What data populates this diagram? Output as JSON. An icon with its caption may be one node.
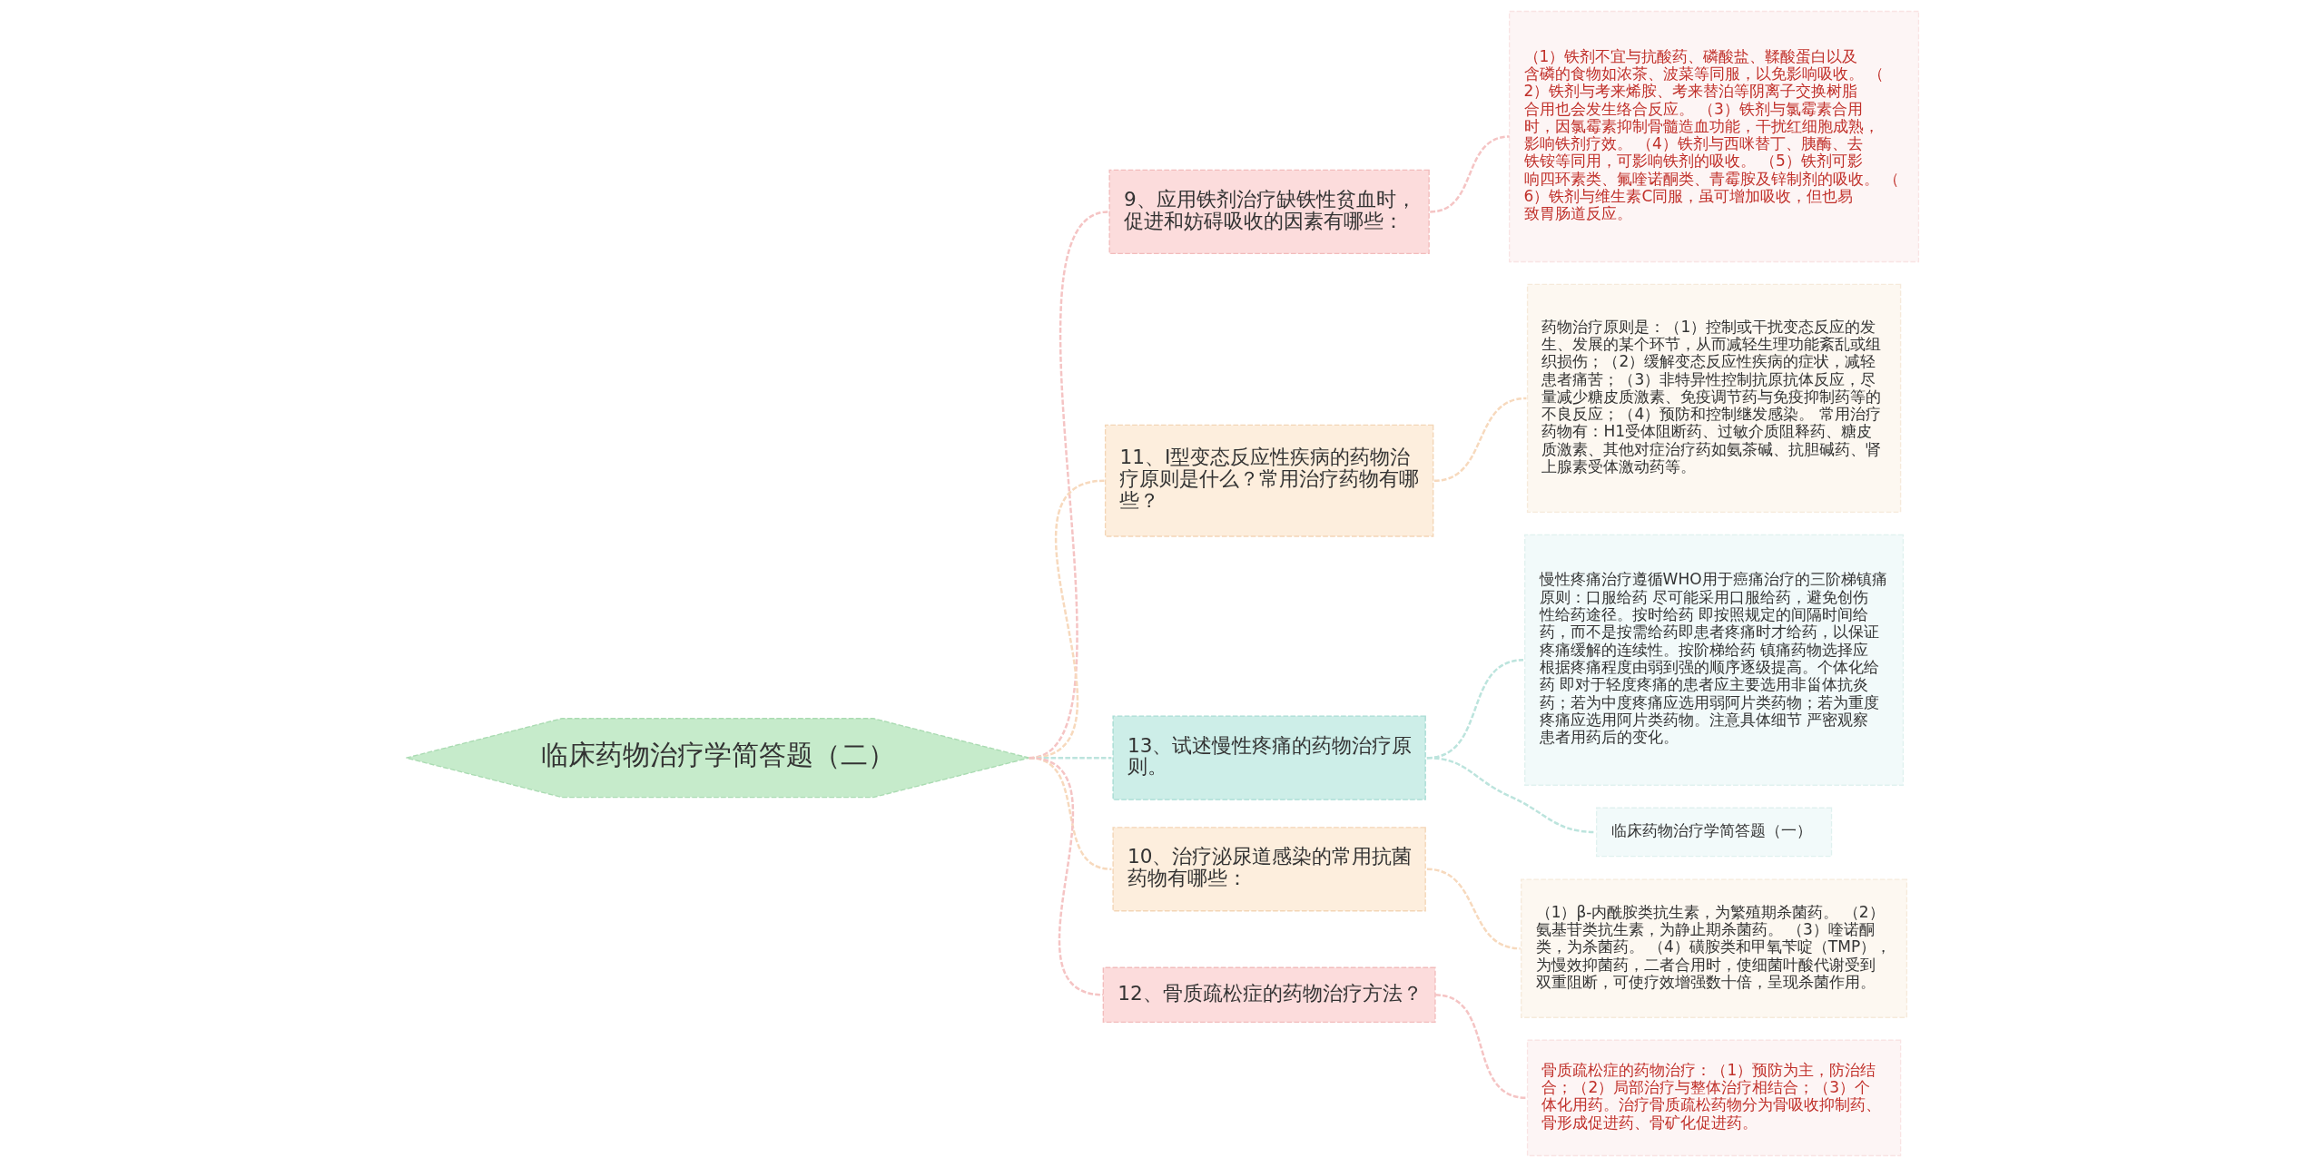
{
  "diagram": {
    "nodes": [
      {
        "text": [
          "临床药物治疗学简答题（二）"
        ]
      },
      {
        "text": [
          "9、应用铁剂治疗缺铁性贫血时，促进和妨碍吸收的因素有哪些："
        ]
      },
      {
        "text": [
          "（1）铁剂不宜与抗酸药、磷酸盐、鞣酸蛋白以及含磷的食物如浓茶、波菜等同服，以免影响吸收。 （2）铁剂与考来烯胺、考来替泊等阴离子交换树脂合用也会发生络合反应。 （3）铁剂与氯霉素合用时，因氯霉素抑制骨髓造血功能，干扰红细胞成熟，影响铁剂疗效。 （4）铁剂与西咪替丁、胰酶、去铁铵等同用，可影响铁剂的吸收。 （5）铁剂可影响四环素类、氟喹诺酮类、青霉胺及锌制剂的吸收。 （6）铁剂与维生素C同服，虽可增加吸收，但也易致胃肠道反应。"
        ]
      },
      {
        "text": [
          "11、I型变态反应性疾病的药物治疗原则是什么？常用治疗药物有哪些？"
        ]
      },
      {
        "text": [
          "药物治疗原则是：（1）控制或干扰变态反应的发生、发展的某个环节，从而减轻生理功能紊乱或组织损伤；（2）缓解变态反应性疾病的症状，减轻患者痛苦；（3）非特异性控制抗原抗体反应，尽量减少糖皮质激素、免疫调节药与免疫抑制药等的不良反应；（4）预防和控制继发感染。 常用治疗药物有：H1受体阻断药、过敏介质阻释药、糖皮质激素、其他对症治疗药如氨茶碱、抗胆碱药、肾上腺素受体激动药等。"
        ]
      },
      {
        "text": [
          "13、试述慢性疼痛的药物治疗原则。"
        ]
      },
      {
        "text": [
          "慢性疼痛治疗遵循WHO用于癌痛治疗的三阶梯镇痛原则：口服给药 尽可能采用口服给药，避免创伤性给药途径。按时给药 即按照规定的间隔时间给药，而不是按需给药即患者疼痛时才给药，以保证疼痛缓解的连续性。按阶梯给药 镇痛药物选择应根据疼痛程度由弱到强的顺序逐级提高。个体化给药 即对于轻度疼痛的患者应主要选用非甾体抗炎药；若为中度疼痛应选用弱阿片类药物；若为重度疼痛应选用阿片类药物。注意具体细节 严密观察患者用药后的变化。"
        ]
      },
      {
        "text": [
          "临床药物治疗学简答题（一）"
        ]
      },
      {
        "text": [
          "10、治疗泌尿道感染的常用抗菌药物有哪些："
        ]
      },
      {
        "text": [
          "（1）β-内酰胺类抗生素，为繁殖期杀菌药。 （2）氨基苷类抗生素，为静止期杀菌药。 （3）喹诺酮类，为杀菌药。 （4）磺胺类和甲氧苄啶（TMP），为慢效抑菌药，二者合用时，使细菌叶酸代谢受到双重阻断，可使疗效增强数十倍，呈现杀菌作用。"
        ]
      },
      {
        "text": [
          "12、骨质疏松症的药物治疗方法？"
        ]
      },
      {
        "text": [
          "骨质疏松症的药物治疗：（1）预防为主，防治结合；（2）局部治疗与整体治疗相结合；（3）个体化用药。治疗骨质疏松药物分为骨吸收抑制药、骨形成促进药、骨矿化促进药。"
        ]
      }
    ],
    "edges": [
      {
        "from": 0,
        "to": 1,
        "arrow": "none",
        "style": "dashed",
        "color": "#f5c4c4"
      },
      {
        "from": 1,
        "to": 2,
        "arrow": "none",
        "style": "dashed",
        "color": "#f5c4c4"
      },
      {
        "from": 0,
        "to": 3,
        "arrow": "none",
        "style": "dashed",
        "color": "#f7d9bd"
      },
      {
        "from": 3,
        "to": 4,
        "arrow": "none",
        "style": "dashed",
        "color": "#f7d9bd"
      },
      {
        "from": 0,
        "to": 5,
        "arrow": "none",
        "style": "dashed",
        "color": "#bce4dd"
      },
      {
        "from": 5,
        "to": 6,
        "arrow": "none",
        "style": "dashed",
        "color": "#bce4dd"
      },
      {
        "from": 5,
        "to": 7,
        "arrow": "none",
        "style": "dashed",
        "color": "#bce4dd"
      },
      {
        "from": 0,
        "to": 8,
        "arrow": "none",
        "style": "dashed",
        "color": "#f7d9bd"
      },
      {
        "from": 8,
        "to": 9,
        "arrow": "none",
        "style": "dashed",
        "color": "#f7d9bd"
      },
      {
        "from": 0,
        "to": 10,
        "arrow": "none",
        "style": "dashed",
        "color": "#f5c4c4"
      },
      {
        "from": 10,
        "to": 11,
        "arrow": "none",
        "style": "dashed",
        "color": "#f5c4c4"
      }
    ]
  }
}
